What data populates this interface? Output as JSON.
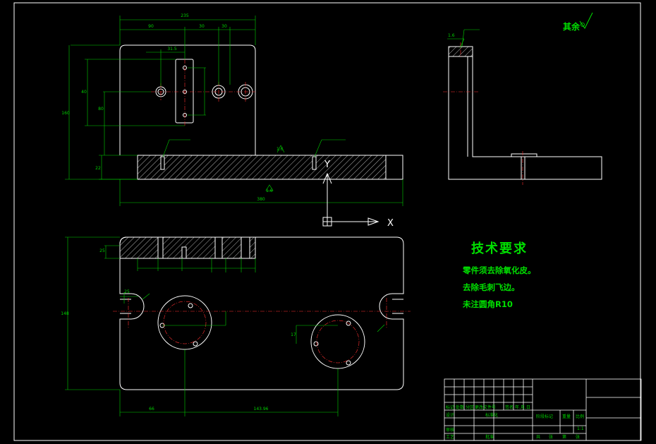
{
  "technical_requirements": {
    "title": "技术要求",
    "items": [
      "零件须去除氧化皮。",
      "去除毛刺飞边。",
      "未注圆角R10"
    ]
  },
  "surface_finish": {
    "label": "其余"
  },
  "ucs": {
    "x_axis_label": "X",
    "y_axis_label": "Y"
  },
  "roughness_marks": [
    "1.6",
    "1.6",
    "1.6"
  ],
  "dimensions": {
    "front_view": [
      "235",
      "90",
      "30",
      "30",
      "31.5",
      "40",
      "80",
      "160",
      "22",
      "380"
    ],
    "bottom_view": [
      "25",
      "148",
      "66",
      "143.96",
      "25",
      "17"
    ]
  },
  "title_block": {
    "scale": "1:1",
    "cells": [
      "标记",
      "处数",
      "分区",
      "更改文件号",
      "签名",
      "年.月.日",
      "设计",
      "标准化",
      "阶段标记",
      "重量",
      "比例",
      "审核",
      "工艺",
      "批准",
      "共",
      "张",
      "第",
      "张"
    ]
  },
  "colors": {
    "background": "#000000",
    "geometry": "#ffffff",
    "dimension": "#00d000",
    "center_line": "#ff3030",
    "text": "#00e000"
  }
}
